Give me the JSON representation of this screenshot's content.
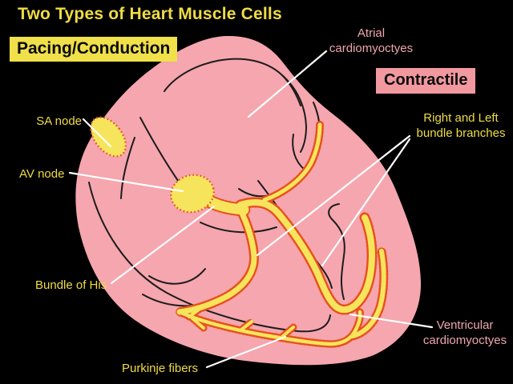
{
  "title": "Two Types of Heart Muscle Cells",
  "badges": {
    "pacing": "Pacing/Conduction",
    "contractile": "Contractile"
  },
  "annotations": {
    "sa_node": "SA node",
    "av_node": "AV node",
    "bundle_of_his": "Bundle of His",
    "purkinje_fibers": "Purkinje fibers",
    "atrial": {
      "line1": "Atrial",
      "line2": "cardiomyoctyes"
    },
    "bundle_branches": {
      "line1": "Right and Left",
      "line2": "bundle branches"
    },
    "ventricular": {
      "line1": "Ventricular",
      "line2": "cardiomyoctyes"
    }
  },
  "colors": {
    "background": "#000000",
    "heart_pink": "#f5a6ae",
    "conduction_yellow": "#f6e55c",
    "node_border_red": "#e8501e",
    "label_yellow": "#efdc45",
    "badge_yellow_bg": "#f0e04a",
    "badge_pink_bg": "#f2989f",
    "label_pink": "#eea6ad",
    "heart_outline": "#1c1c1c",
    "pointer_white": "#ffffff"
  }
}
